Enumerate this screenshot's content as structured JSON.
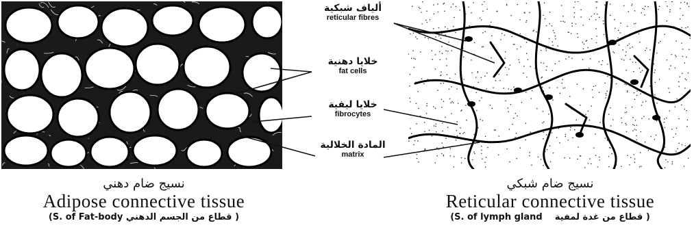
{
  "labels": {
    "reticular_fibres": {
      "ar": "ألياف شبكية",
      "en": "reticular fibres"
    },
    "fat_cells": {
      "ar": "خلايا دهنية",
      "en": "fat cells"
    },
    "fibrocytes": {
      "ar": "خلايا ليفية",
      "en": "fibrocytes"
    },
    "matrix": {
      "ar": "المادة الخلالية",
      "en": "matrix"
    }
  },
  "adipose": {
    "title_ar": "نسيج ضام دهني",
    "title_en": "Adipose connective tissue",
    "source_ar": "قطاع من الجسم الدهني",
    "source_en": "(S. of Fat-body"
  },
  "reticular": {
    "title_ar": "نسيج ضام شبكي",
    "title_en": "Reticular connective tissue",
    "source_en": "(S. of lymph gland",
    "source_ar": "قطاع من غدة لمفية"
  },
  "colors": {
    "ink": "#111111",
    "paper": "#ffffff"
  }
}
